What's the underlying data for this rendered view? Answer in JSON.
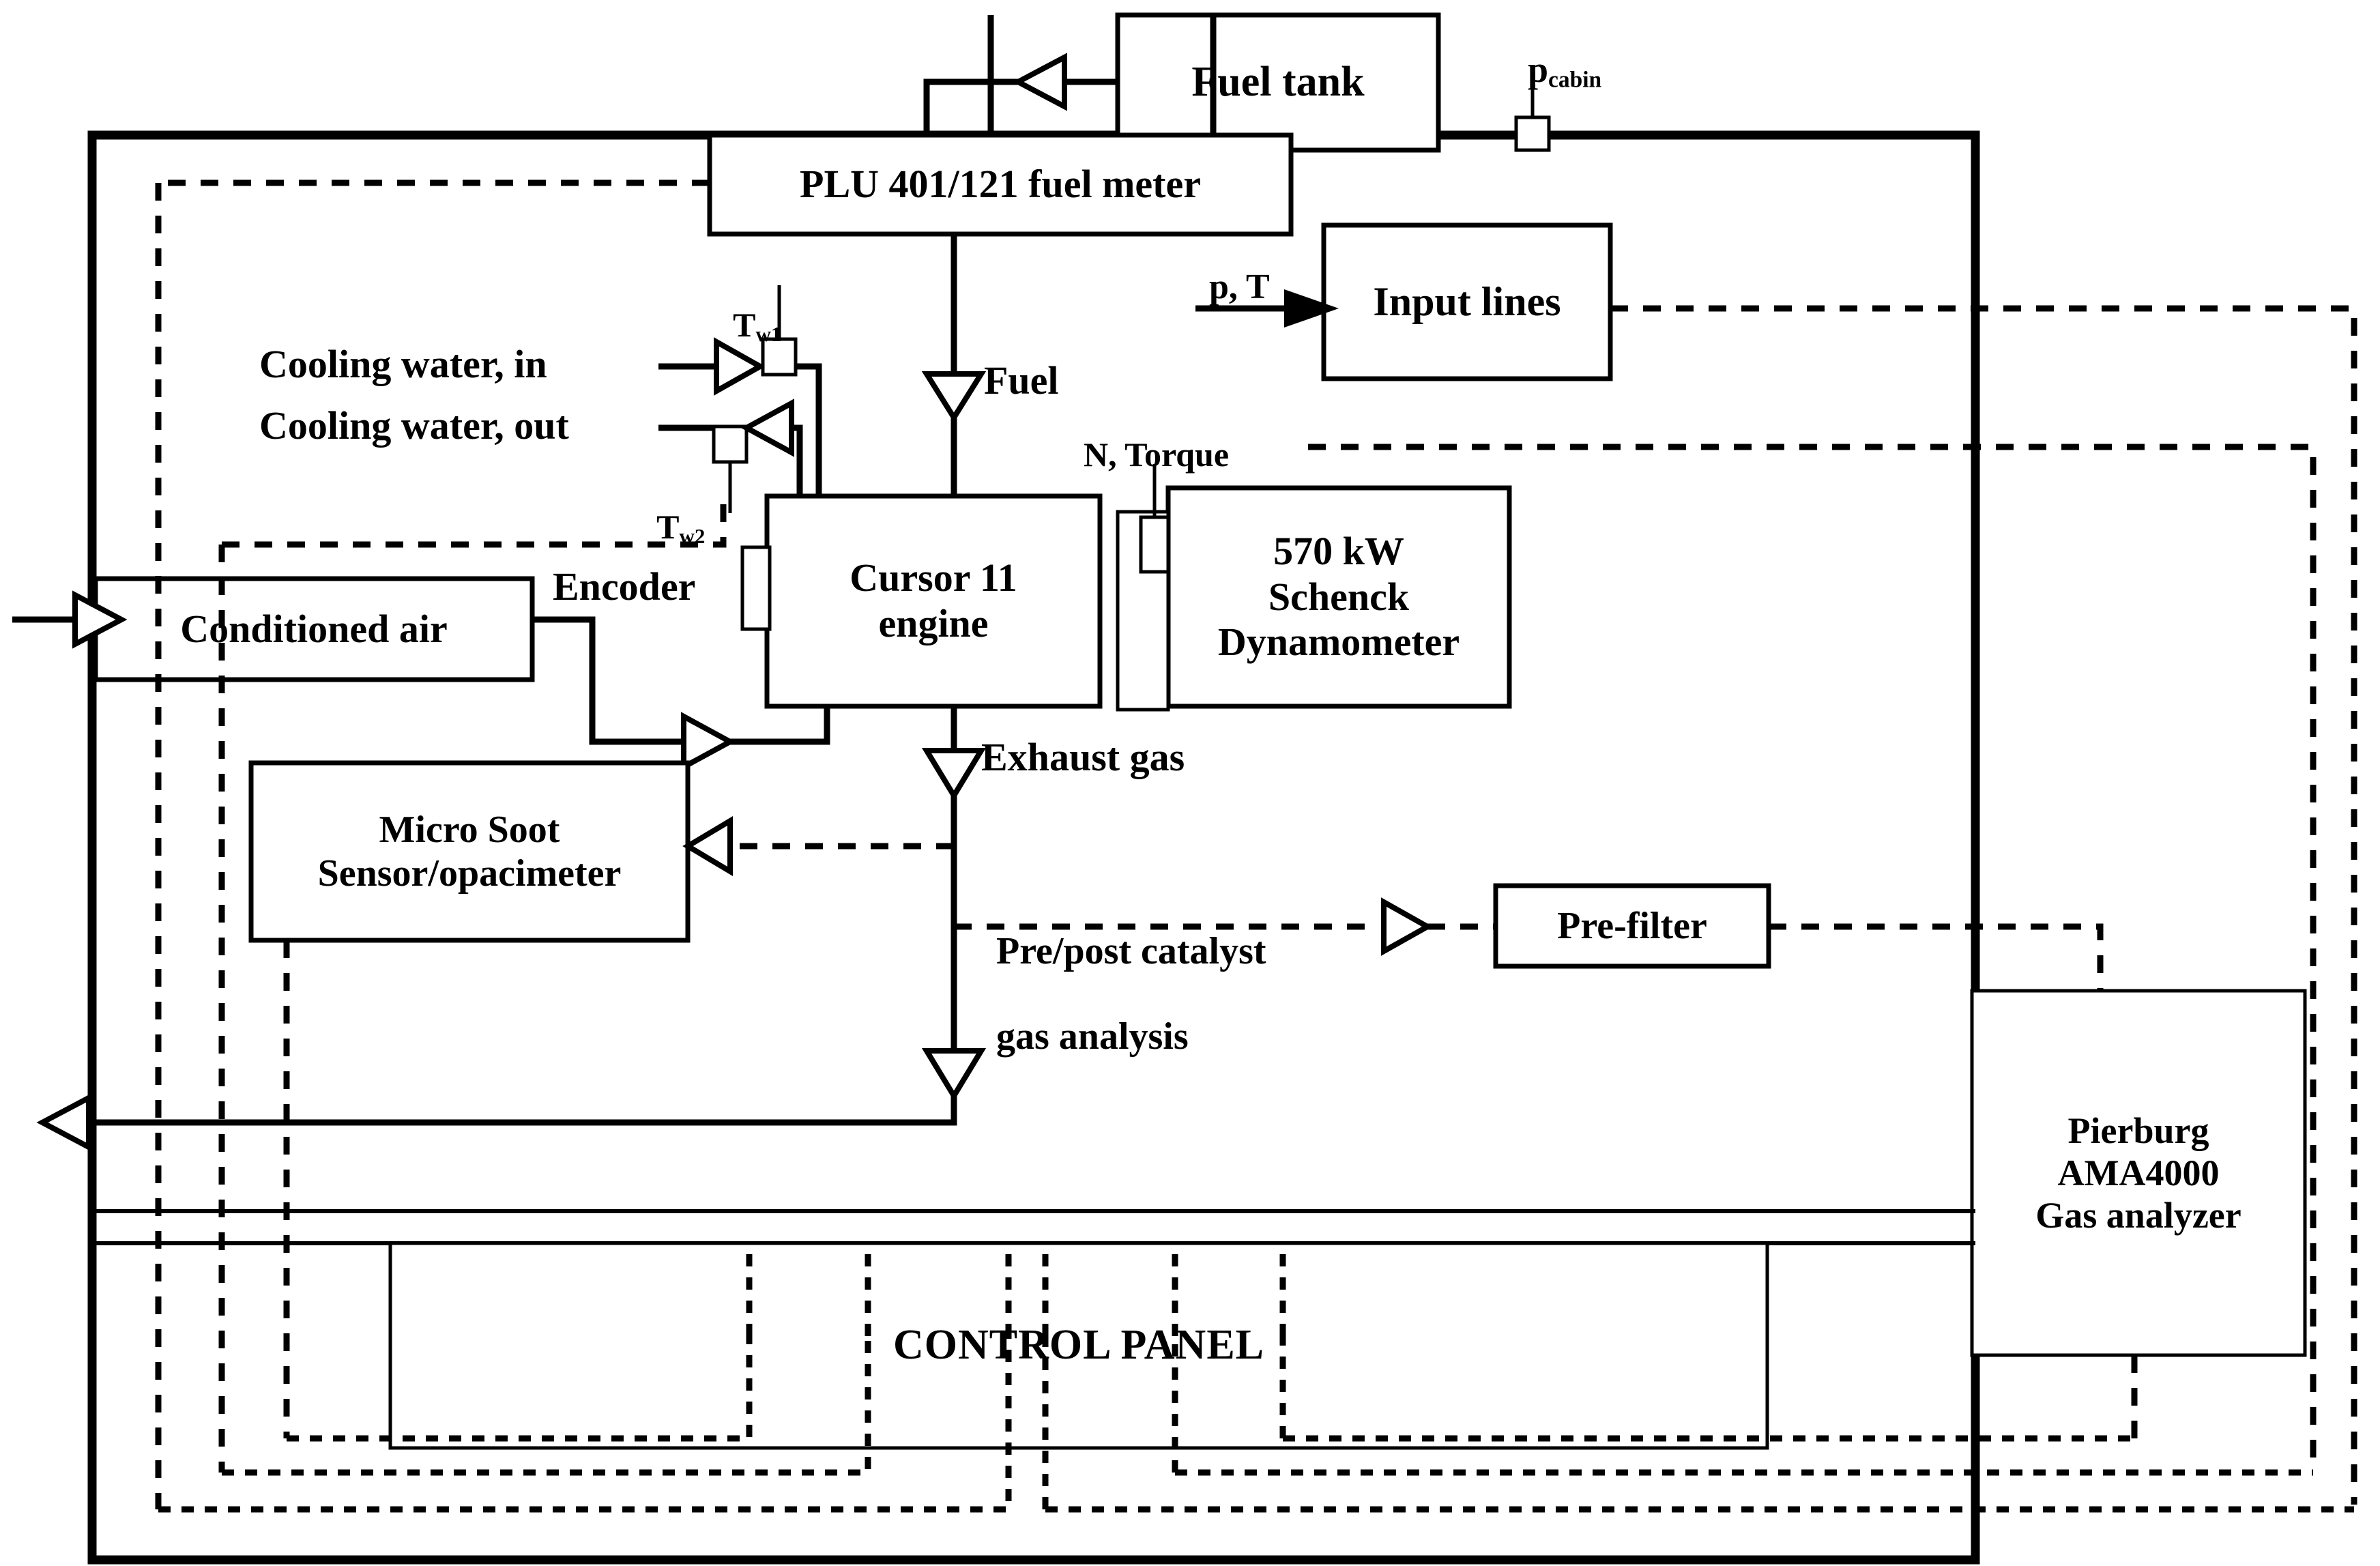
{
  "diagram": {
    "title": "Engine test bench schematic",
    "colors": {
      "line": "#000000",
      "background": "#ffffff",
      "text": "#000000"
    },
    "blocks": {
      "fuel_tank": "Fuel tank",
      "fuel_meter": "PLU 401/121 fuel meter",
      "input_lines": "Input lines",
      "engine": "Cursor 11\nengine",
      "engine_line1": "Cursor 11",
      "engine_line2": "engine",
      "dyno_line1": "570 kW",
      "dyno_line2": "Schenck",
      "dyno_line3": "Dynamometer",
      "conditioned_air": "Conditioned air",
      "soot_line1": "Micro Soot",
      "soot_line2": "Sensor/opacimeter",
      "prefilter": "Pre-filter",
      "analyzer_line1": "Pierburg",
      "analyzer_line2": "AMA4000",
      "analyzer_line3": "Gas analyzer",
      "control_panel": "CONTROL PANEL"
    },
    "labels": {
      "p_cabin": "p",
      "p_cabin_sub": "cabin",
      "t_w1": "T",
      "t_w1_sub": "w1",
      "t_w2": "T",
      "t_w2_sub": "w2",
      "cooling_water_in": "Cooling water, in",
      "cooling_water_out": "Cooling water, out",
      "fuel": "Fuel",
      "p_t": "p, T",
      "n_torque": "N, Torque",
      "encoder": "Encoder",
      "exhaust_gas": "Exhaust gas",
      "gas_analysis_line1": "Pre/post catalyst",
      "gas_analysis_line2": "gas analysis"
    },
    "icons": {
      "flow_arrow": "hollow-triangle-arrow-icon",
      "signal_arrow": "dashed-arrow-icon",
      "sensor": "sensor-tap-icon",
      "solid_arrow": "filled-arrow-icon",
      "shaft_coupling": "shaft-coupling-icon"
    }
  }
}
